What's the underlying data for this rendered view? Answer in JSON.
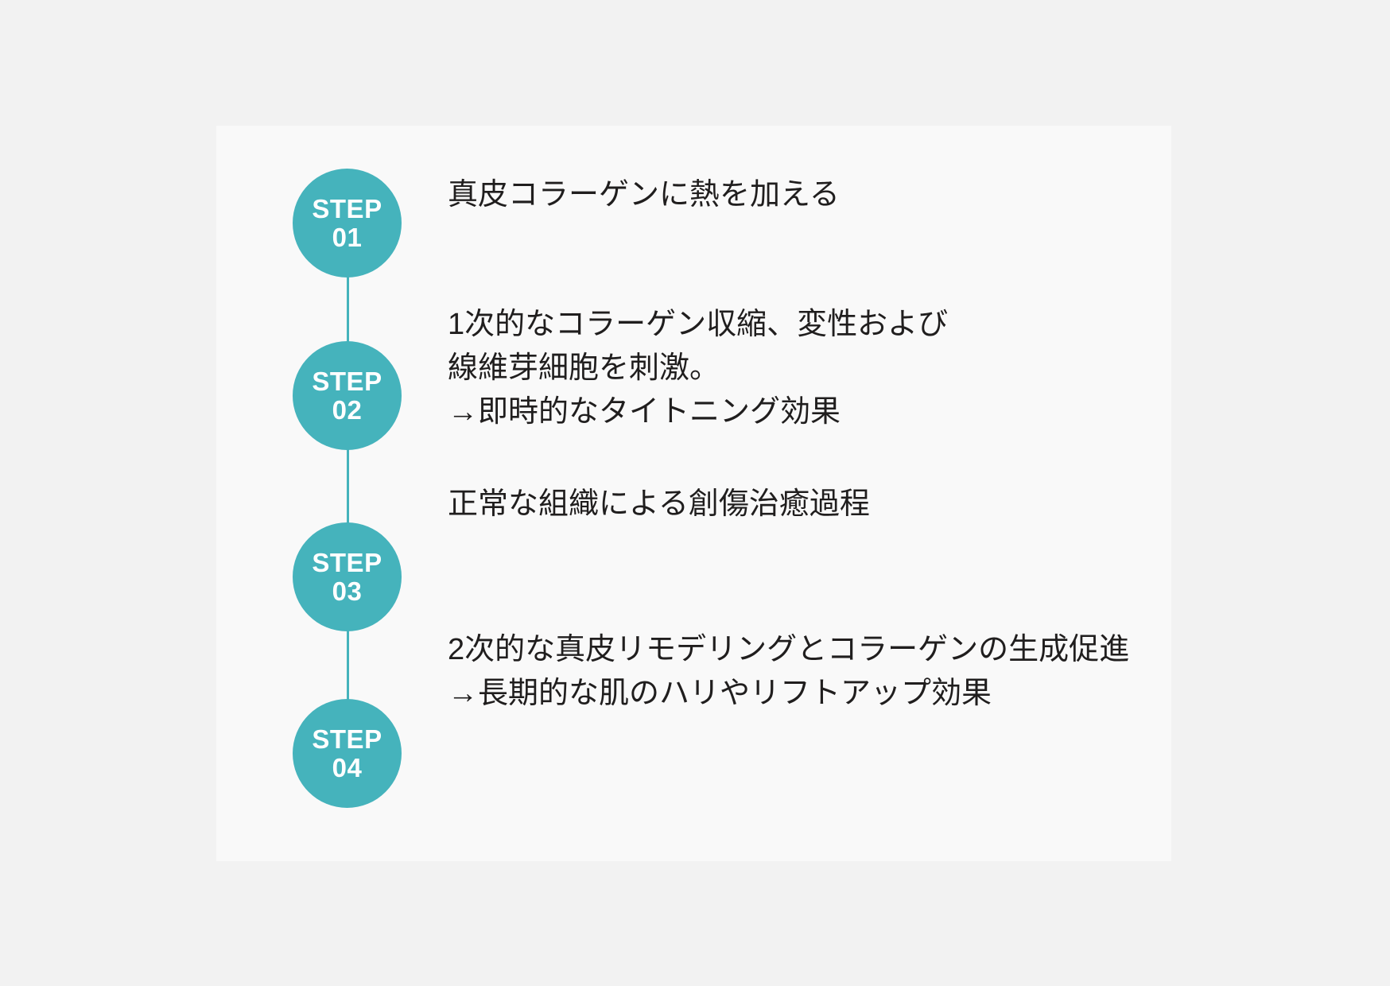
{
  "diagram": {
    "title": "",
    "accent_color": "#45b3bc",
    "text_color": "#201e1e",
    "panel_color": "#f9f9f9",
    "background_color": "#f2f2f2",
    "steps": [
      {
        "badge_word": "STEP",
        "badge_number": "01",
        "lines": [
          "真皮コラーゲンに熱を加える"
        ]
      },
      {
        "badge_word": "STEP",
        "badge_number": "02",
        "lines": [
          "1次的なコラーゲン収縮、変性および",
          "線維芽細胞を刺激。",
          "→即時的なタイトニング効果"
        ]
      },
      {
        "badge_word": "STEP",
        "badge_number": "03",
        "lines": [
          "正常な組織による創傷治癒過程"
        ]
      },
      {
        "badge_word": "STEP",
        "badge_number": "04",
        "lines": [
          "2次的な真皮リモデリングとコラーゲンの生成促進",
          "→長期的な肌のハリやリフトアップ効果"
        ]
      }
    ]
  }
}
